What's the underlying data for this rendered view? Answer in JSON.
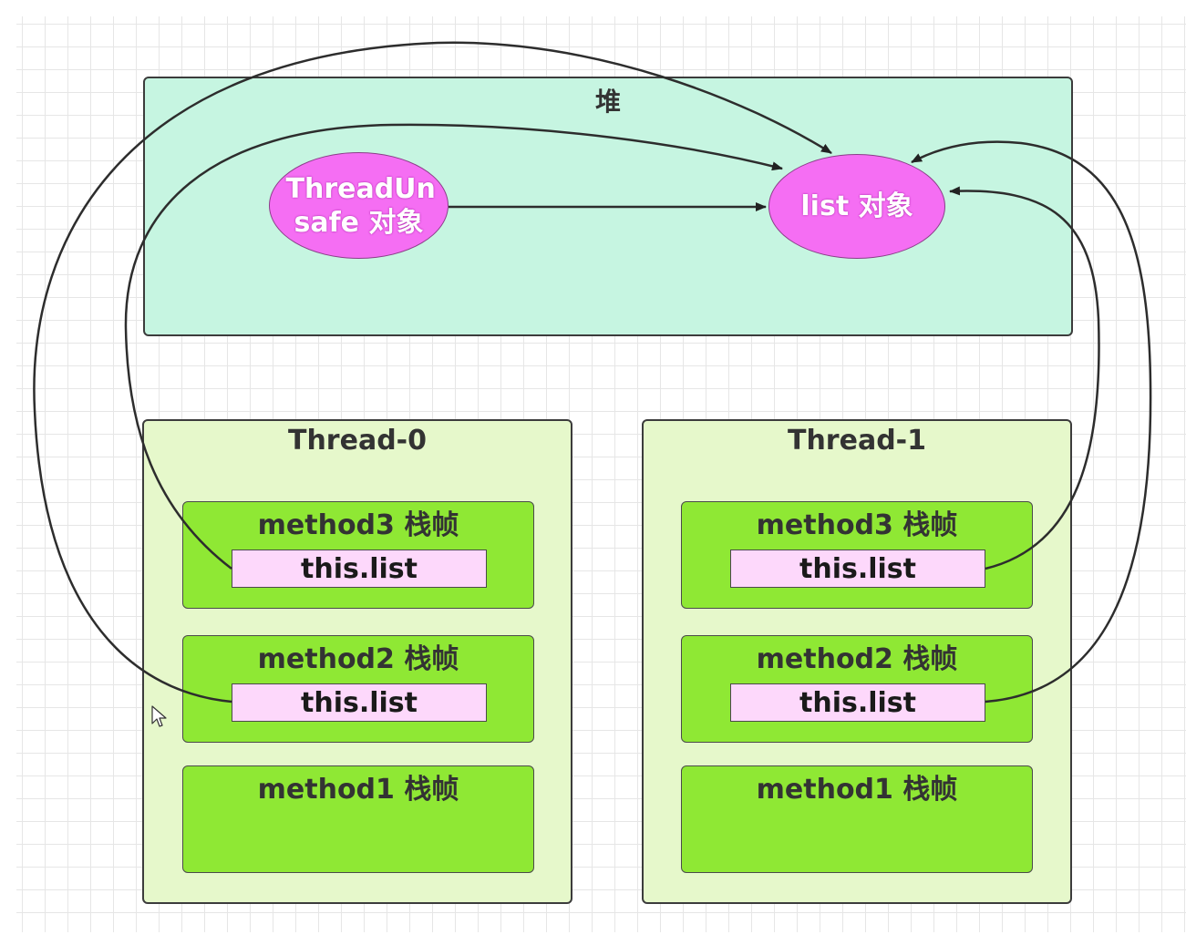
{
  "heap": {
    "label": "堆"
  },
  "objects": {
    "unsafe": "ThreadUn safe 对象",
    "list": "list 对象"
  },
  "threads": [
    {
      "label": "Thread-0",
      "frames": [
        {
          "label": "method3 栈帧",
          "ref": "this.list"
        },
        {
          "label": "method2 栈帧",
          "ref": "this.list"
        },
        {
          "label": "method1 栈帧",
          "ref": ""
        }
      ]
    },
    {
      "label": "Thread-1",
      "frames": [
        {
          "label": "method3 栈帧",
          "ref": "this.list"
        },
        {
          "label": "method2 栈帧",
          "ref": "this.list"
        },
        {
          "label": "method1 栈帧",
          "ref": ""
        }
      ]
    }
  ],
  "icons": {
    "cursor": "mouse-pointer-icon"
  },
  "colors": {
    "heap_fill": "#c6f5e1",
    "thread_fill": "#e6f8cb",
    "frame_fill": "#8fe834",
    "ref_fill": "#fdd8fb",
    "object_fill": "#f56ef3"
  }
}
